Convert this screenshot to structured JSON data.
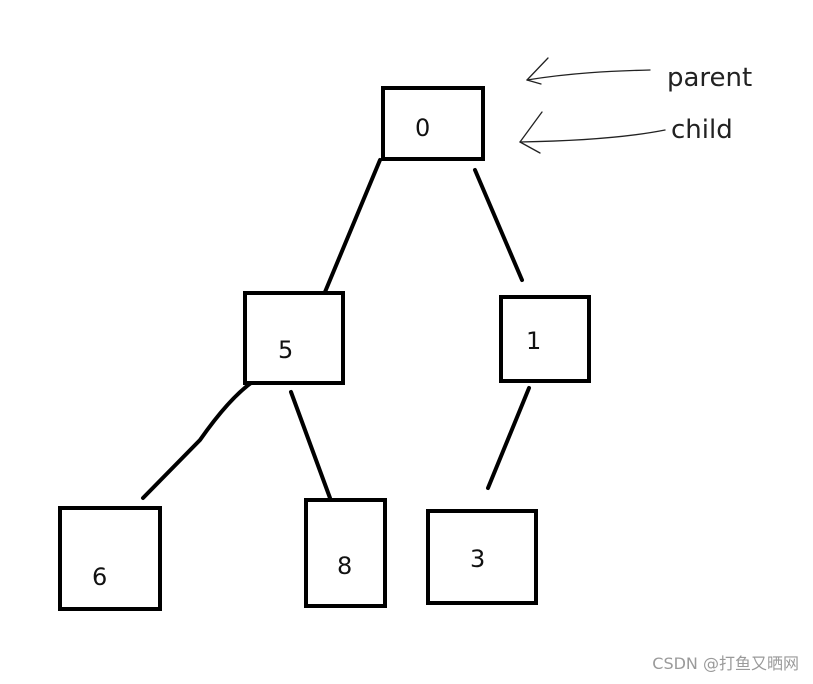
{
  "tree": {
    "nodes": [
      {
        "id": "n0",
        "label": "0"
      },
      {
        "id": "n5",
        "label": "5"
      },
      {
        "id": "n1",
        "label": "1"
      },
      {
        "id": "n6",
        "label": "6"
      },
      {
        "id": "n8",
        "label": "8"
      },
      {
        "id": "n3",
        "label": "3"
      }
    ],
    "edges": [
      {
        "from": "0",
        "to": "5"
      },
      {
        "from": "0",
        "to": "1"
      },
      {
        "from": "5",
        "to": "6"
      },
      {
        "from": "5",
        "to": "8"
      },
      {
        "from": "1",
        "to": "3"
      }
    ]
  },
  "annotations": {
    "parent": "parent",
    "child": "child"
  },
  "watermark": "CSDN @打鱼又晒网"
}
